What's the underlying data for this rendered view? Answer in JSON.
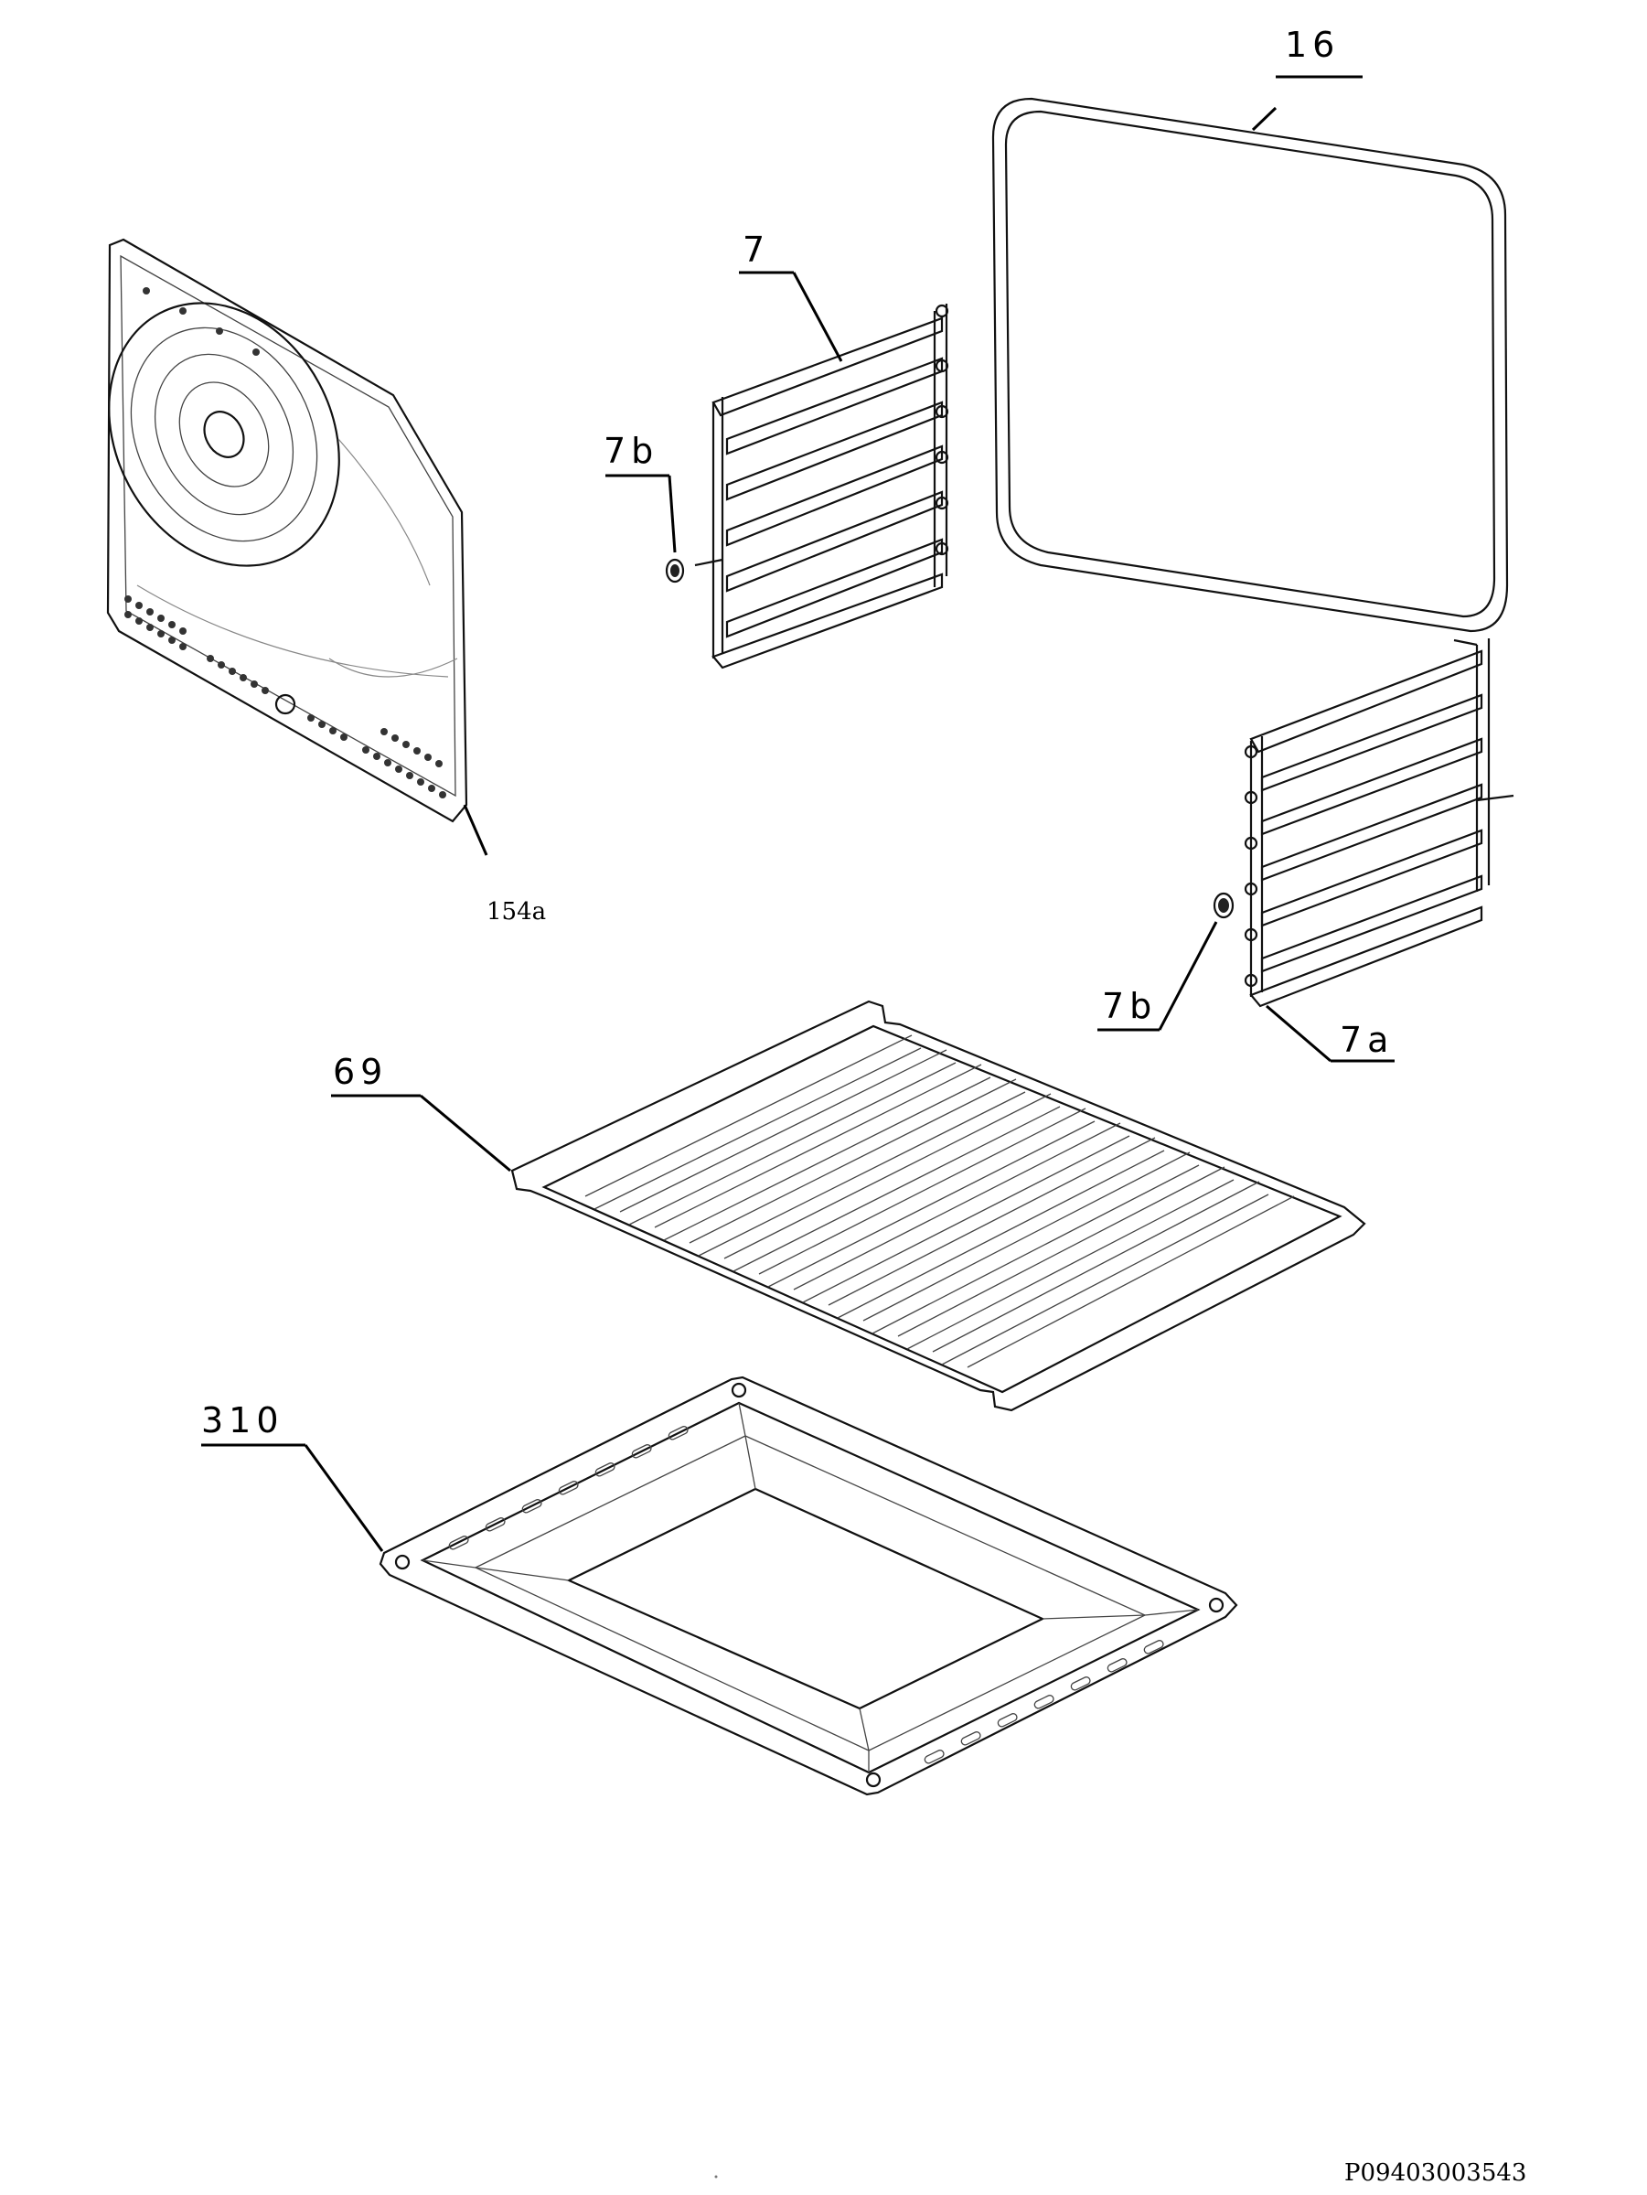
{
  "labels": {
    "back_panel": "154a",
    "shelf_support_left": "7",
    "screw_left": "7b",
    "frame_gasket": "16",
    "screw_right": "7b",
    "shelf_support_right": "7a",
    "wire_shelf": "69",
    "baking_tray": "310"
  },
  "drawing_ref": "P09403003543"
}
